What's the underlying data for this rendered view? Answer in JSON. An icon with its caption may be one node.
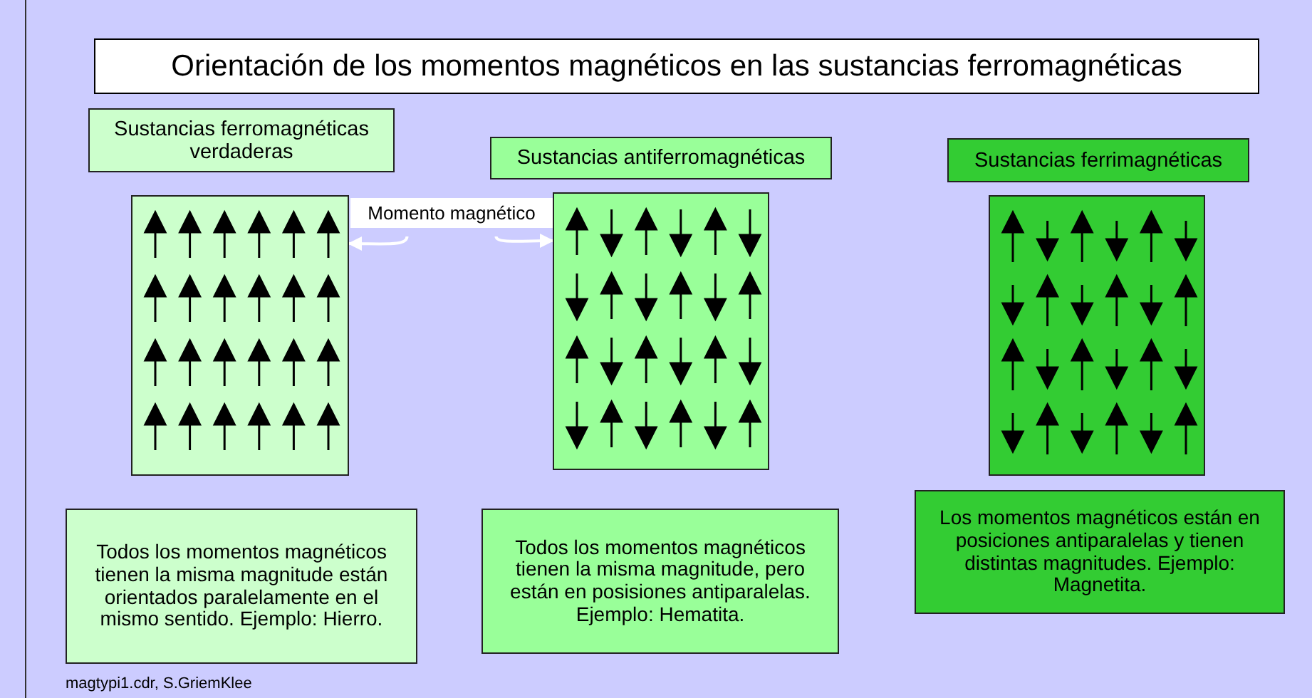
{
  "diagram": {
    "title": "Orientación de los momentos magnéticos en las sustancias ferromagnéticas",
    "nodes": [
      {
        "text": [
          "Sustancias ferromagnéticas verdaderas"
        ]
      },
      {
        "text": [],
        "shape": "box"
      },
      {
        "text": [
          "Sustancias antiferromagnéticas"
        ]
      },
      {
        "text": [],
        "shape": "box"
      },
      {
        "text": [
          "Sustancias ferrimagnéticas"
        ]
      },
      {
        "text": [],
        "shape": "box"
      },
      {
        "text": [
          "Momento magnético"
        ]
      },
      {
        "text": [
          "Todos los momentos magnéticos tienen la misma magnitude están orientados paralelamente en el mismo sentido. Ejemplo: Hierro."
        ]
      },
      {
        "text": [
          "Todos los momentos magnéticos tienen la misma magnitude, pero están en posisiones antiparalelas. Ejemplo: Hematita."
        ]
      },
      {
        "text": [
          "Los momentos magnéticos están en posiciones antiparalelas y tienen distintas magnitudes. Ejemplo: Magnetita."
        ]
      }
    ],
    "edges": [
      {
        "from": 6,
        "to": 1,
        "arrow": "to",
        "color": "#ffffff"
      },
      {
        "from": 6,
        "to": 3,
        "arrow": "to",
        "color": "#ffffff"
      }
    ],
    "labels": [
      "magtypi1.cdr, S.GriemKlee"
    ]
  }
}
